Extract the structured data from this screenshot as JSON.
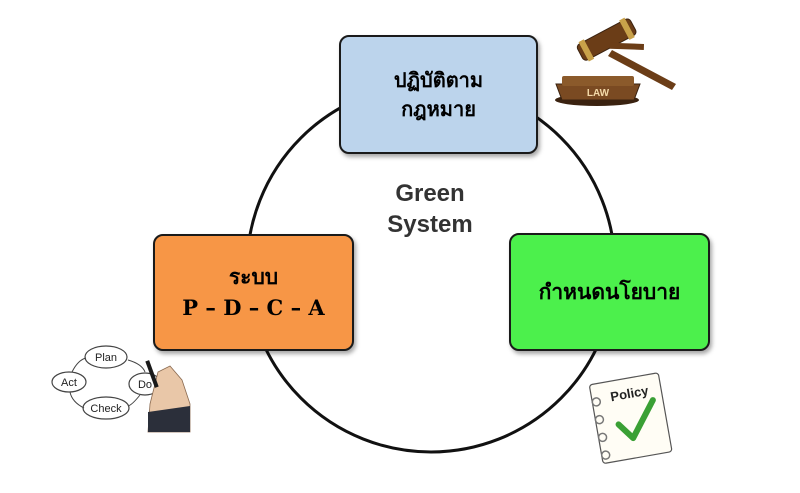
{
  "colors": {
    "top_box": "#bcd4ec",
    "left_box": "#f79646",
    "right_box": "#4cf04c",
    "circle": "#111111"
  },
  "center": {
    "line1": "Green",
    "line2": "System"
  },
  "boxes": {
    "top": {
      "line1": "ปฏิบัติตาม",
      "line2": "กฎหมาย"
    },
    "left": {
      "line1": "ระบบ",
      "line2": "P – D – C – A"
    },
    "right": {
      "line1": "กำหนดนโยบาย"
    }
  },
  "icons": {
    "gavel": {
      "name": "gavel-icon",
      "label": "LAW"
    },
    "pdca": {
      "name": "pdca-cycle-icon",
      "labels": [
        "Plan",
        "Do",
        "Check",
        "Act"
      ]
    },
    "policy": {
      "name": "policy-notepad-icon",
      "label": "Policy"
    }
  }
}
